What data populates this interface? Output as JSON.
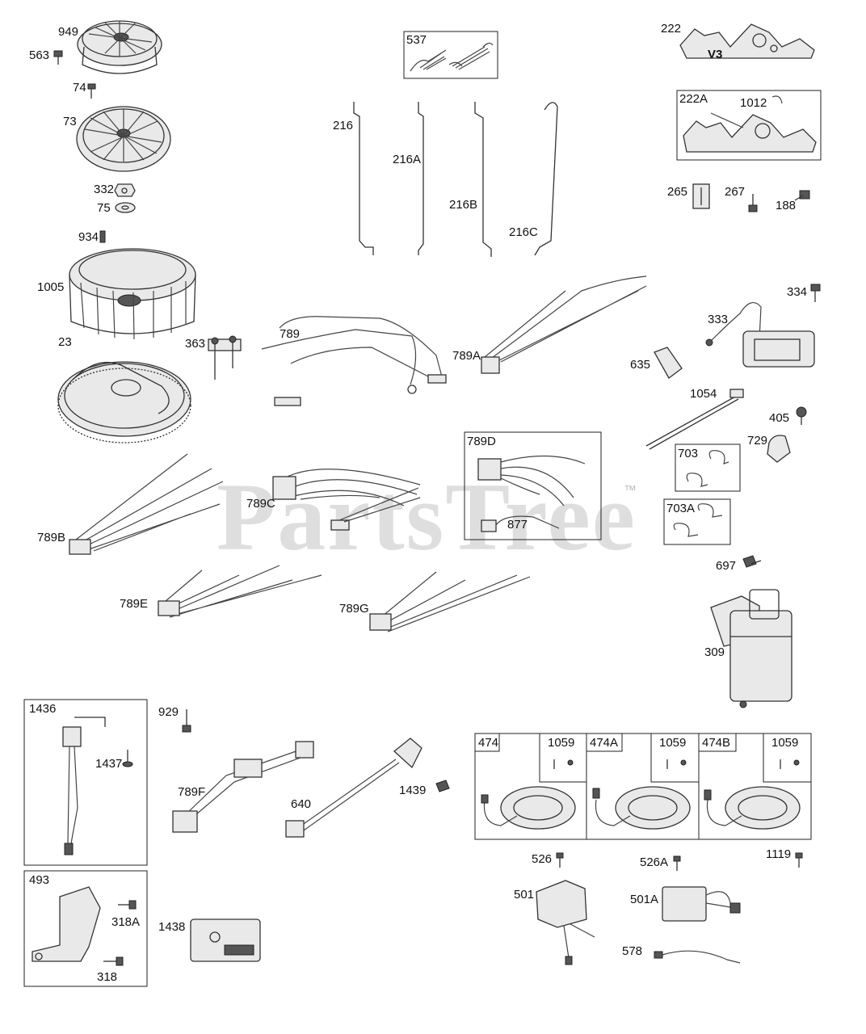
{
  "watermark": {
    "text": "PartsTree",
    "trademark": "™"
  },
  "labels": {
    "p949": "949",
    "p563": "563",
    "p74": "74",
    "p73": "73",
    "p332": "332",
    "p75": "75",
    "p934": "934",
    "p1005": "1005",
    "p363": "363",
    "p23": "23",
    "p537": "537",
    "p216": "216",
    "p216A": "216A",
    "p216B": "216B",
    "p216C": "216C",
    "p222": "222",
    "p222A": "222A",
    "p1012": "1012",
    "p265": "265",
    "p267": "267",
    "p188": "188",
    "p789": "789",
    "p789A": "789A",
    "p334": "334",
    "p333": "333",
    "p635": "635",
    "p1054": "1054",
    "p405": "405",
    "p729": "729",
    "p703": "703",
    "p703A": "703A",
    "p789B": "789B",
    "p789C": "789C",
    "p789D": "789D",
    "p877": "877",
    "p789E": "789E",
    "p789G": "789G",
    "p697": "697",
    "p309": "309",
    "p1436": "1436",
    "p1437": "1437",
    "p929": "929",
    "p789F": "789F",
    "p640": "640",
    "p1439": "1439",
    "p474": "474",
    "p474A": "474A",
    "p474B": "474B",
    "p1059a": "1059",
    "p1059b": "1059",
    "p1059c": "1059",
    "p526": "526",
    "p526A": "526A",
    "p1119": "1119",
    "p501": "501",
    "p501A": "501A",
    "p578": "578",
    "p493": "493",
    "p318A": "318A",
    "p318": "318",
    "p1438": "1438",
    "v3": "V3"
  }
}
